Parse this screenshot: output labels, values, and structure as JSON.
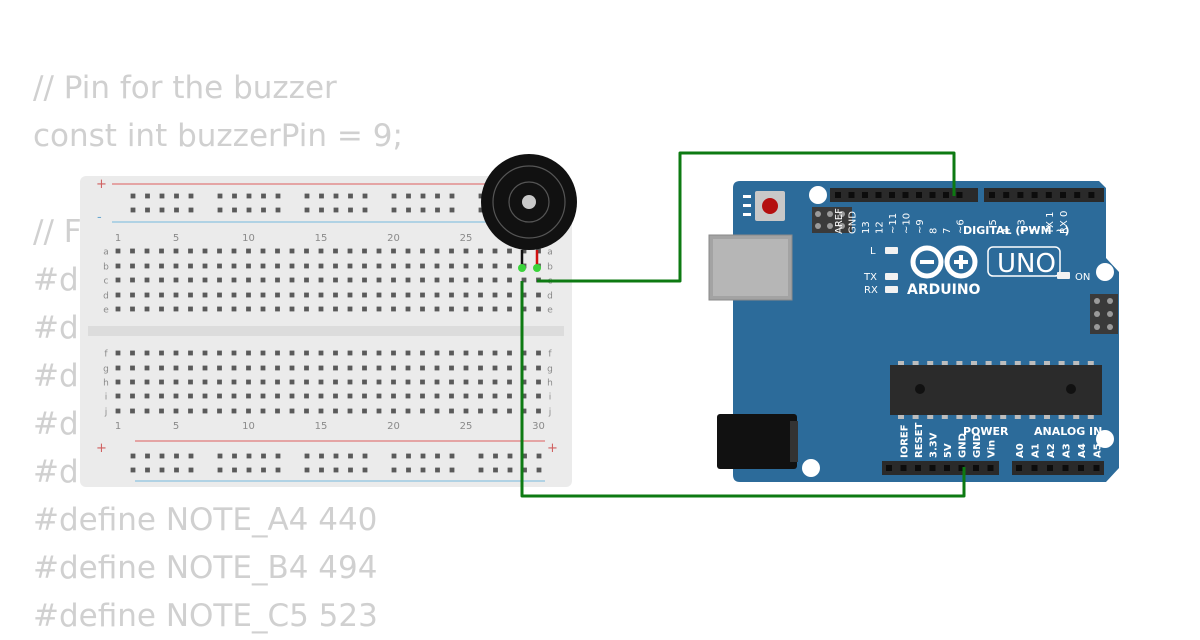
{
  "code_lines": [
    "// Pin for the buzzer",
    "const int buzzerPin = 9;",
    "",
    "// F                                            )",
    "#de",
    "#de",
    "#de",
    "#de",
    "#de",
    "#define NOTE_A4 440",
    "#define NOTE_B4 494",
    "#define NOTE_C5 523"
  ],
  "breadboard": {
    "plus": "+",
    "minus": "-",
    "col_numbers": [
      "1",
      "5",
      "10",
      "15",
      "20",
      "25",
      "30"
    ],
    "rows_top": [
      "a",
      "b",
      "c",
      "d",
      "e"
    ],
    "rows_bottom": [
      "f",
      "g",
      "h",
      "i",
      "j"
    ]
  },
  "arduino": {
    "brand": "ARDUINO",
    "model": "UNO",
    "digital_label": "DIGITAL (PWM ~)",
    "header_top": [
      "AREF",
      "GND",
      "13",
      "12",
      "~11",
      "~10",
      "~9",
      "8",
      "7",
      "~6",
      "~5",
      "4",
      "~3",
      "2",
      "TX 1",
      "RX 0"
    ],
    "power_label": "POWER",
    "analog_label": "ANALOG IN",
    "power_pins": [
      "IOREF",
      "RESET",
      "3.3V",
      "5V",
      "GND",
      "GND",
      "Vin"
    ],
    "analog_pins": [
      "A0",
      "A1",
      "A2",
      "A3",
      "A4",
      "A5"
    ],
    "led_l": "L",
    "led_tx": "TX",
    "led_rx": "RX",
    "led_on": "ON"
  },
  "colors": {
    "wire": "#0d7a12",
    "board": "#2c6b9a",
    "buzzer": "#111111"
  }
}
